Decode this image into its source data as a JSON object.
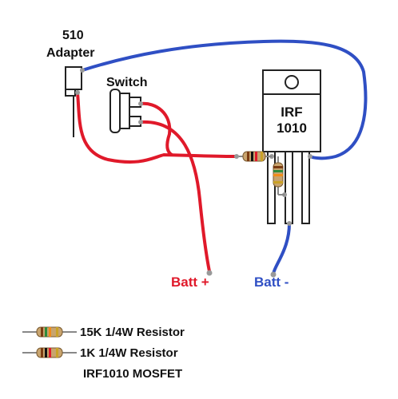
{
  "labels": {
    "adapter_number": "510",
    "adapter": "Adapter",
    "switch": "Switch",
    "mosfet_line1": "IRF",
    "mosfet_line2": "1010",
    "batt_plus": "Batt +",
    "batt_minus": "Batt -"
  },
  "legend": [
    {
      "text": "15K 1/4W Resistor"
    },
    {
      "text": "1K 1/4W Resistor"
    },
    {
      "text": "IRF1010 MOSFET"
    }
  ],
  "colors": {
    "positive_wire": "#e0192a",
    "negative_wire": "#2f4fc4",
    "component_outline": "#222222",
    "resistor_body": "#c8a46e",
    "band_brown": "#7a3b12",
    "band_green": "#2e8b3a",
    "band_orange": "#f08c1a",
    "band_black": "#111111",
    "band_gold": "#c9a227"
  }
}
